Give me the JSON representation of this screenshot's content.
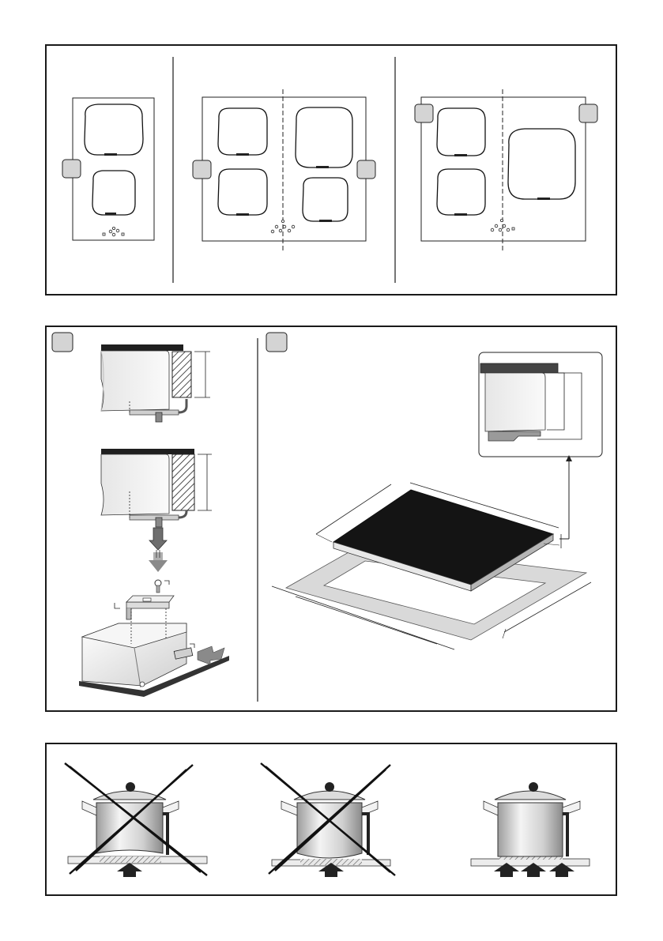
{
  "colors": {
    "frame": "#1a1a1a",
    "badge_fill": "#d4d4d4",
    "glass": "#141414",
    "cutout_fill": "#d9d9d9",
    "metal_light": "#f2f2f2",
    "metal_dark": "#9a9a9a",
    "arrow": "#6e6e6e"
  },
  "sections": {
    "hob_layouts": {
      "layouts": [
        "two-zone-vertical",
        "four-zone-split",
        "three-zone-split"
      ]
    },
    "installation": {
      "steps": [
        "clamp-mounting",
        "cutout-dimensions"
      ]
    },
    "cookware": {
      "examples": [
        "concave-base-wrong",
        "convex-base-wrong",
        "flat-base-correct"
      ]
    }
  },
  "icons": [
    "cross-out-icon",
    "up-arrow-icon",
    "screw-icon",
    "clamp-icon",
    "pot-icon"
  ]
}
